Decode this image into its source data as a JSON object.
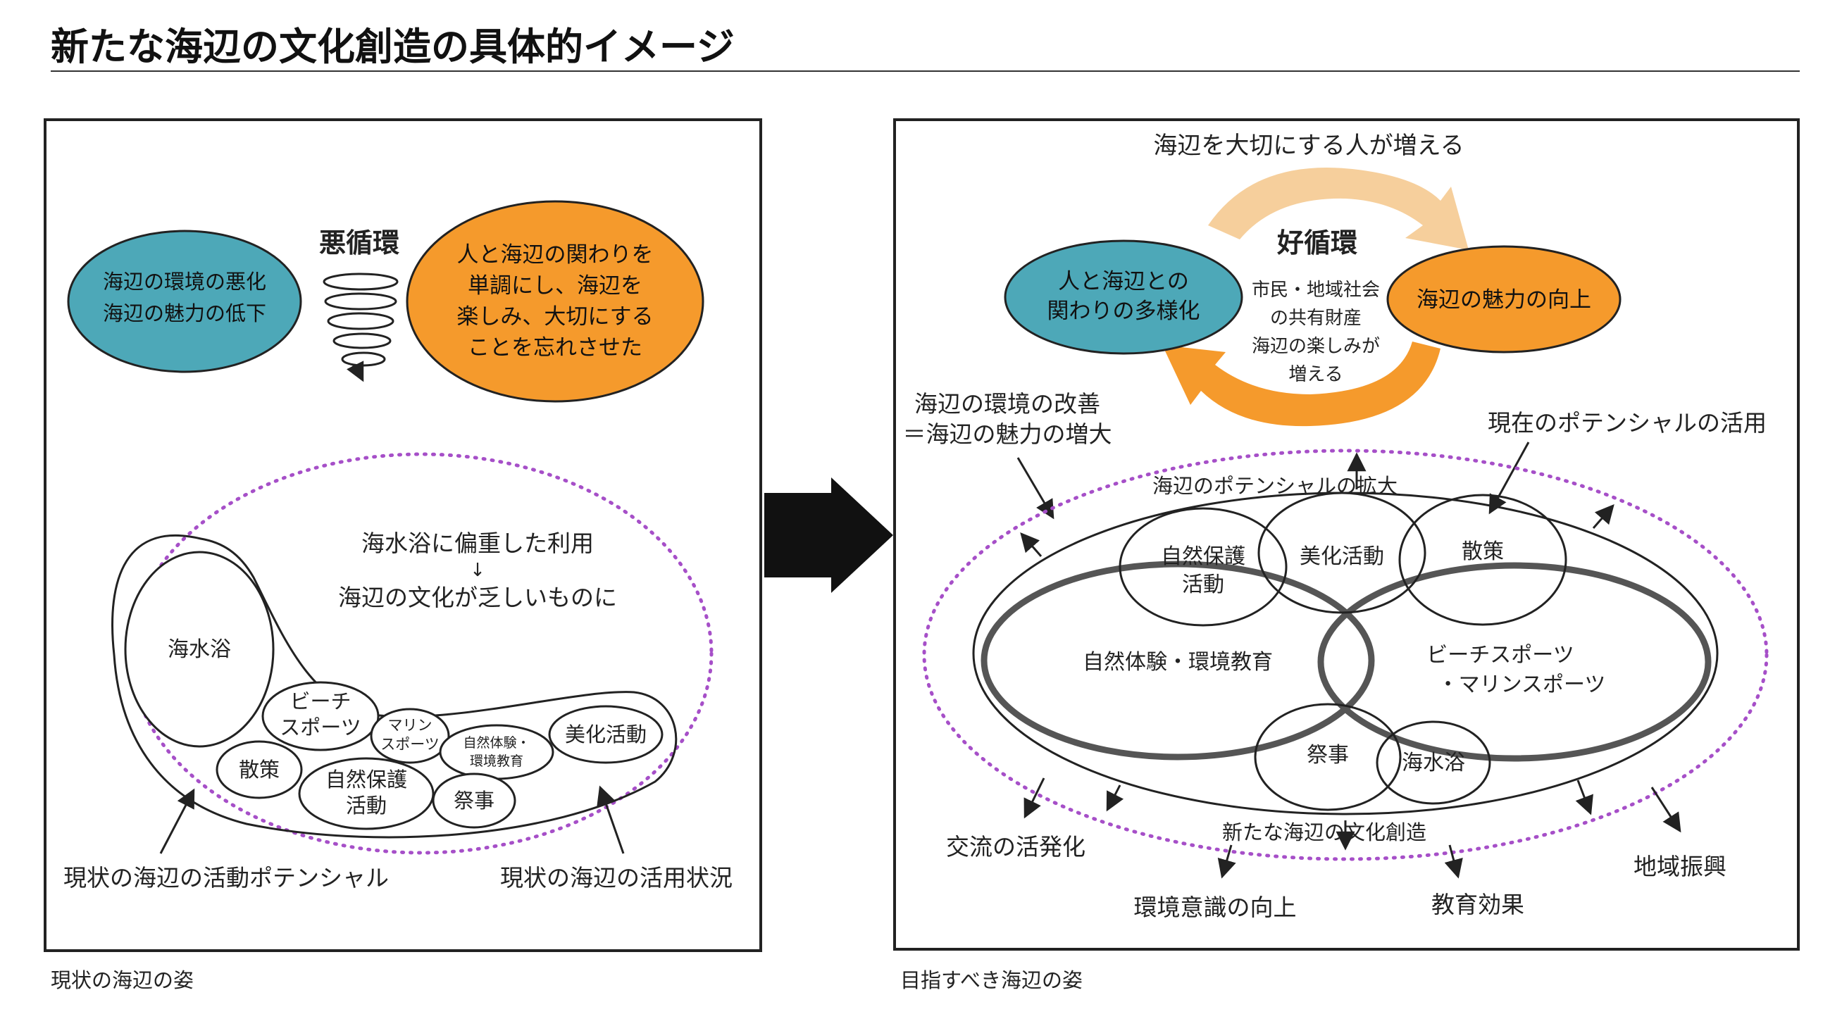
{
  "title": "新たな海辺の文化創造の具体的イメージ",
  "colors": {
    "teal": "#4da8b8",
    "orange": "#f59a2c",
    "light_orange": "#f6cf9c",
    "purple_dots": "#a64fc8",
    "dark_gray": "#555555"
  },
  "left_panel": {
    "caption": "現状の海辺の姿",
    "vicious_cycle_label": "悪循環",
    "teal_ellipse_lines": [
      "海辺の環境の悪化",
      "海辺の魅力の低下"
    ],
    "orange_ellipse_lines": [
      "人と海辺の関わりを",
      "単調にし、海辺を",
      "楽しみ、大切にする",
      "ことを忘れさせた"
    ],
    "note_line1": "海水浴に偏重した利用",
    "note_arrow": "↓",
    "note_line2": "海辺の文化が乏しいものに",
    "activities": {
      "kaisuiyoku": "海水浴",
      "beach_sports_1": "ビーチ",
      "beach_sports_2": "スポーツ",
      "marine_sports_1": "マリン",
      "marine_sports_2": "スポーツ",
      "shizen_taiken_1": "自然体験・",
      "shizen_taiken_2": "環境教育",
      "bika": "美化活動",
      "sansaku": "散策",
      "shizen_hogo_1": "自然保護",
      "shizen_hogo_2": "活動",
      "saiji": "祭事"
    },
    "potential_label": "現状の海辺の活動ポテンシャル",
    "usage_label": "現状の海辺の活用状況"
  },
  "right_panel": {
    "caption": "目指すべき海辺の姿",
    "top_label": "海辺を大切にする人が増える",
    "virtuous_cycle_label": "好循環",
    "teal_ellipse_lines": [
      "人と海辺との",
      "関わりの多様化"
    ],
    "orange_ellipse_text": "海辺の魅力の向上",
    "center_lines": [
      "市民・地域社会",
      "の共有財産",
      "海辺の楽しみが",
      "増える"
    ],
    "improve_line1": "海辺の環境の改善",
    "improve_line2": "＝海辺の魅力の増大",
    "current_potential": "現在のポテンシャルの活用",
    "expand_label": "海辺のポテンシャルの拡大",
    "activities": {
      "shizen_hogo_1": "自然保護",
      "shizen_hogo_2": "活動",
      "bika": "美化活動",
      "sansaku": "散策",
      "shizen_taiken": "自然体験・環境教育",
      "beach_1": "ビーチスポーツ",
      "beach_2": "・マリンスポーツ",
      "saiji": "祭事",
      "kaisuiyoku": "海水浴"
    },
    "new_culture": "新たな海辺の文化創造",
    "outcomes": {
      "koryu": "交流の活発化",
      "kankyo_ishiki": "環境意識の向上",
      "kyoiku": "教育効果",
      "chiiki": "地域振興"
    }
  }
}
